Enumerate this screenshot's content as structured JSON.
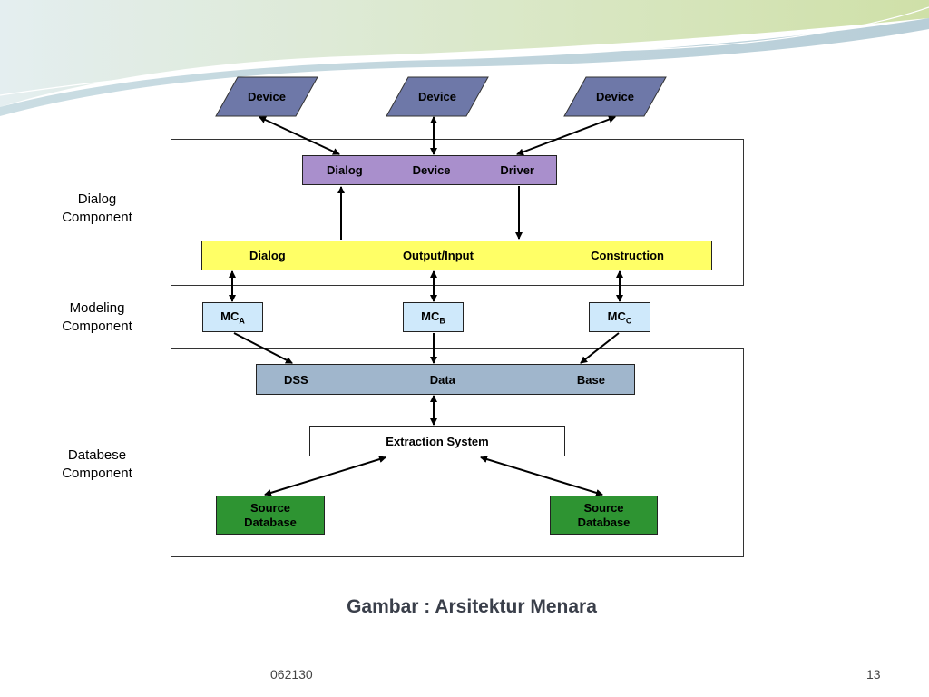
{
  "devices": [
    "Device",
    "Device",
    "Device"
  ],
  "dialog_device_driver": [
    "Dialog",
    "Device",
    "Driver"
  ],
  "output_input": [
    "Dialog",
    "Output/Input",
    "Construction"
  ],
  "mc_boxes": [
    {
      "main": "MC",
      "sub": "A"
    },
    {
      "main": "MC",
      "sub": "B"
    },
    {
      "main": "MC",
      "sub": "C"
    }
  ],
  "dss": [
    "DSS",
    "Data",
    "Base"
  ],
  "extraction": "Extraction System",
  "sources": [
    {
      "line1": "Source",
      "line2": "Database"
    },
    {
      "line1": "Source",
      "line2": "Database"
    }
  ],
  "side_labels": [
    {
      "line1": "Dialog",
      "line2": "Component"
    },
    {
      "line1": "Modeling",
      "line2": "Component"
    },
    {
      "line1": "Databese",
      "line2": "Component"
    }
  ],
  "caption": "Gambar : Arsitektur Menara",
  "footer": {
    "left": "062130",
    "page": "13"
  },
  "colors": {
    "device": "#6e78a8",
    "dialog_device_driver": "#a98fcc",
    "output_input": "#ffff66",
    "mc": "#cfe9fb",
    "dss": "#a0b6cc",
    "source": "#2e9432"
  }
}
